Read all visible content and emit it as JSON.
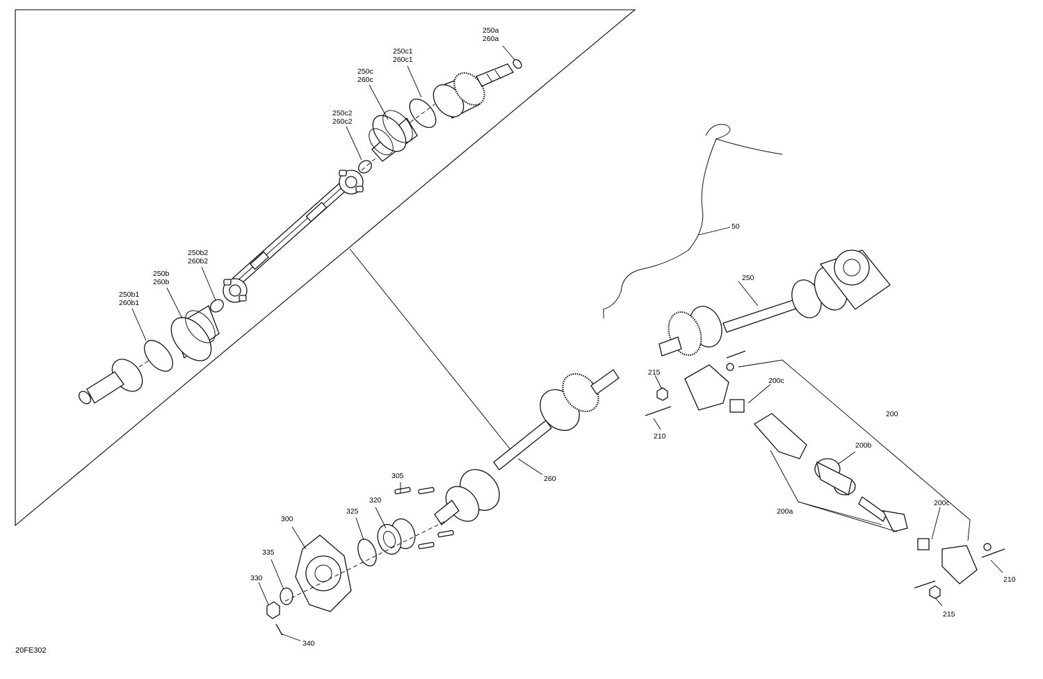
{
  "figure_code": "20FE302",
  "callouts": [
    {
      "id": "c-250a",
      "lines": [
        "250a",
        "260a"
      ]
    },
    {
      "id": "c-250c1",
      "lines": [
        "250c1",
        "260c1"
      ]
    },
    {
      "id": "c-250c",
      "lines": [
        "250c",
        "260c"
      ]
    },
    {
      "id": "c-250c2",
      "lines": [
        "250c2",
        "260c2"
      ]
    },
    {
      "id": "c-250b2",
      "lines": [
        "250b2",
        "260b2"
      ]
    },
    {
      "id": "c-250b",
      "lines": [
        "250b",
        "260b"
      ]
    },
    {
      "id": "c-250b1",
      "lines": [
        "250b1",
        "260b1"
      ]
    },
    {
      "id": "c-50",
      "lines": [
        "50"
      ]
    },
    {
      "id": "c-250",
      "lines": [
        "250"
      ]
    },
    {
      "id": "c-215-top",
      "lines": [
        "215"
      ]
    },
    {
      "id": "c-210-left",
      "lines": [
        "210"
      ]
    },
    {
      "id": "c-200c-top",
      "lines": [
        "200c"
      ]
    },
    {
      "id": "c-200",
      "lines": [
        "200"
      ]
    },
    {
      "id": "c-200b",
      "lines": [
        "200b"
      ]
    },
    {
      "id": "c-200a",
      "lines": [
        "200a"
      ]
    },
    {
      "id": "c-200c-bottom",
      "lines": [
        "200c"
      ]
    },
    {
      "id": "c-210-right",
      "lines": [
        "210"
      ]
    },
    {
      "id": "c-215-bottom",
      "lines": [
        "215"
      ]
    },
    {
      "id": "c-260",
      "lines": [
        "260"
      ]
    },
    {
      "id": "c-305",
      "lines": [
        "305"
      ]
    },
    {
      "id": "c-320",
      "lines": [
        "320"
      ]
    },
    {
      "id": "c-325",
      "lines": [
        "325"
      ]
    },
    {
      "id": "c-300",
      "lines": [
        "300"
      ]
    },
    {
      "id": "c-335",
      "lines": [
        "335"
      ]
    },
    {
      "id": "c-330",
      "lines": [
        "330"
      ]
    },
    {
      "id": "c-340",
      "lines": [
        "340"
      ]
    }
  ]
}
